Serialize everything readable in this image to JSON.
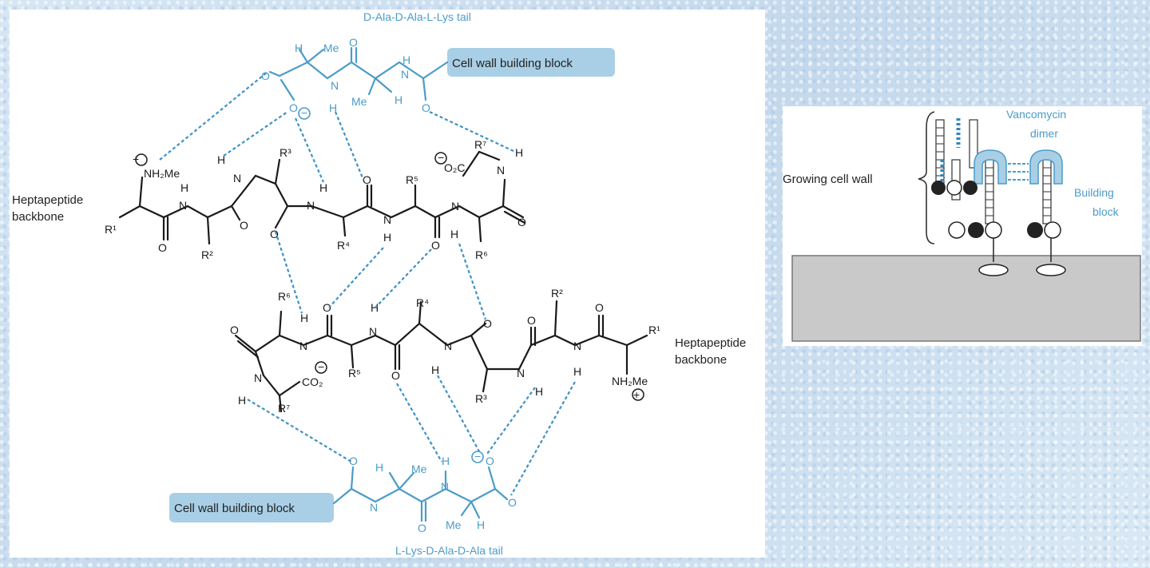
{
  "main": {
    "top_tail_label": "D-Ala-D-Ala-L-Lys tail",
    "bottom_tail_label": "L-Lys-D-Ala-D-Ala tail",
    "block_tag_top": "Cell wall building block",
    "block_tag_bottom": "Cell wall building block",
    "left_backbone_line1": "Heptapeptide",
    "left_backbone_line2": "backbone",
    "right_backbone_line1": "Heptapeptide",
    "right_backbone_line2": "backbone",
    "atoms": {
      "NH2Me": "NH₂Me",
      "N": "N",
      "H": "H",
      "O": "O",
      "Me": "Me",
      "CO2": "CO₂",
      "O2C": "O₂C",
      "R1": "R¹",
      "R2": "R²",
      "R3": "R³",
      "R4": "R⁴",
      "R5": "R⁵",
      "R6": "R⁶",
      "R7": "R⁷",
      "plus": "+",
      "minus": "−"
    }
  },
  "inset": {
    "growing_label": "Growing cell wall",
    "dimer_line1": "Vancomycin",
    "dimer_line2": "dimer",
    "block_line1": "Building",
    "block_line2": "block"
  },
  "colors": {
    "accent_blue": "#4a9cc9",
    "tag_fill": "#a9cfe6",
    "membrane_gray": "#c9c9c9"
  }
}
